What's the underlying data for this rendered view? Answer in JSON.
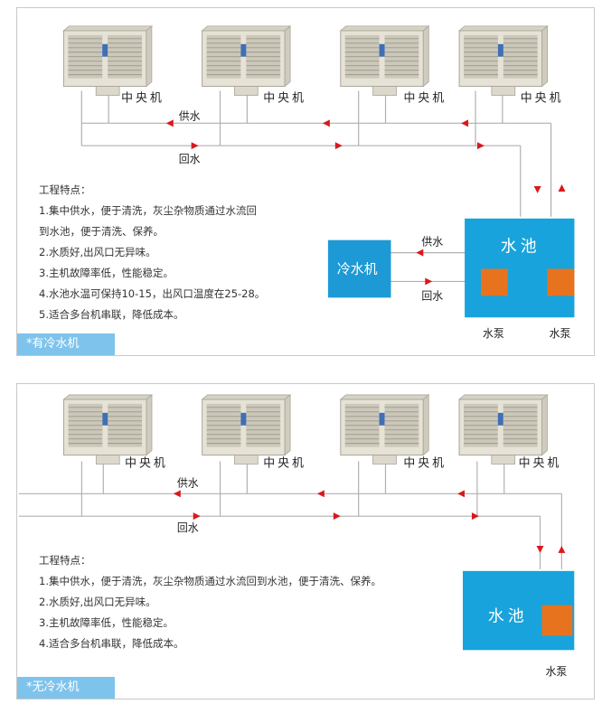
{
  "colors": {
    "tank": "#19a3dc",
    "chiller": "#1d9ad6",
    "pump": "#e8731e",
    "arrow": "#d9191c",
    "pipe": "#b0b0b0",
    "tag": "#7ec3ec"
  },
  "icons": {
    "unit": "air-cooler-unit-icon"
  },
  "panel_with_chiller": {
    "units": [
      "中央机",
      "中央机",
      "中央机",
      "中央机"
    ],
    "supply_label": "供水",
    "return_label": "回水",
    "tank_label": "水池",
    "chiller_label": "冷水机",
    "chiller_supply_label": "供水",
    "chiller_return_label": "回水",
    "pump_labels": [
      "水泵",
      "水泵"
    ],
    "features_title": "工程特点：",
    "features": [
      "1.集中供水，便于清洗，灰尘杂物质通过水流回",
      "   到水池，便于清洗、保养。",
      "2.水质好,出风口无异味。",
      "3.主机故障率低，性能稳定。",
      "4.水池水温可保持10-15，出风口温度在25-28。",
      "5.适合多台机串联，降低成本。"
    ],
    "tag": "*有冷水机"
  },
  "panel_without_chiller": {
    "units": [
      "中央机",
      "中央机",
      "中央机",
      "中央机"
    ],
    "supply_label": "供水",
    "return_label": "回水",
    "tank_label": "水池",
    "pump_labels": [
      "水泵"
    ],
    "features_title": "工程特点：",
    "features": [
      "1.集中供水，便于清洗，灰尘杂物质通过水流回到水池，便于清洗、保养。",
      "2.水质好,出风口无异味。",
      "3.主机故障率低，性能稳定。",
      "4.适合多台机串联，降低成本。"
    ],
    "tag": "*无冷水机"
  }
}
